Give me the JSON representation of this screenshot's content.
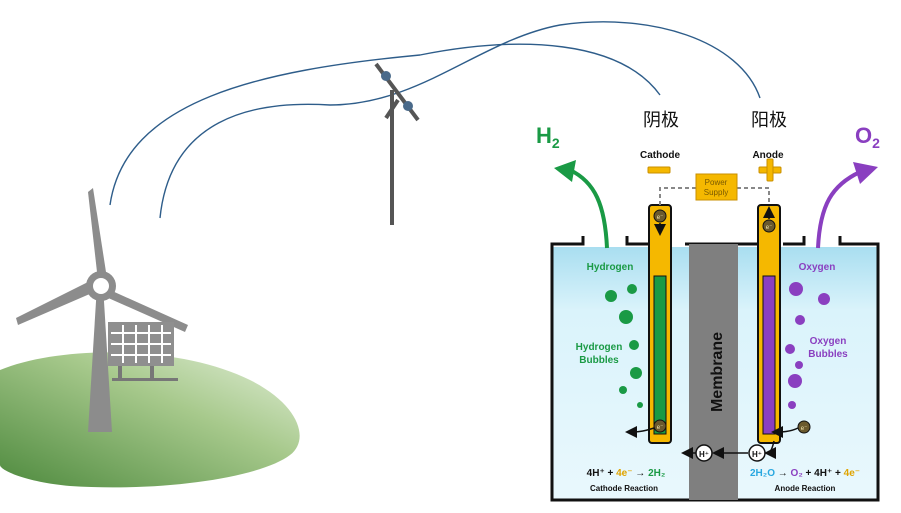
{
  "labels": {
    "cathode_cn": "阴极",
    "anode_cn": "阳极",
    "cathode": "Cathode",
    "anode": "Anode",
    "power_line1": "Power",
    "power_line2": "Supply",
    "minus": "−",
    "plus": "+",
    "hydrogen": "Hydrogen",
    "oxygen": "Oxygen",
    "hydrogen_bubbles_1": "Hydrogen",
    "hydrogen_bubbles_2": "Bubbles",
    "oxygen_bubbles_1": "Oxygen",
    "oxygen_bubbles_2": "Bubbles",
    "membrane": "Membrane",
    "h2_main": "H",
    "h2_sub": "2",
    "o2_main": "O",
    "o2_sub": "2",
    "electron": "e⁻",
    "proton": "H⁺"
  },
  "cathode_reaction": {
    "p1": "4H⁺ + ",
    "p2": "4e⁻",
    "p3": " → ",
    "p4": "2H",
    "p5": "₂",
    "caption": "Cathode Reaction"
  },
  "anode_reaction": {
    "p1": "2H",
    "p2": "₂",
    "p3": "O",
    "p4": " → ",
    "p5": "O₂",
    "p6": " + 4H⁺ + ",
    "p7": "4e⁻",
    "caption": "Anode Reaction"
  },
  "colors": {
    "hydrogen": "#1a9a45",
    "oxygen": "#8a3fc0",
    "electrode": "#f5b800",
    "membrane": "#7f7f7f",
    "wire": "#2e5d8a",
    "water_bg": "#c7ecf7"
  }
}
